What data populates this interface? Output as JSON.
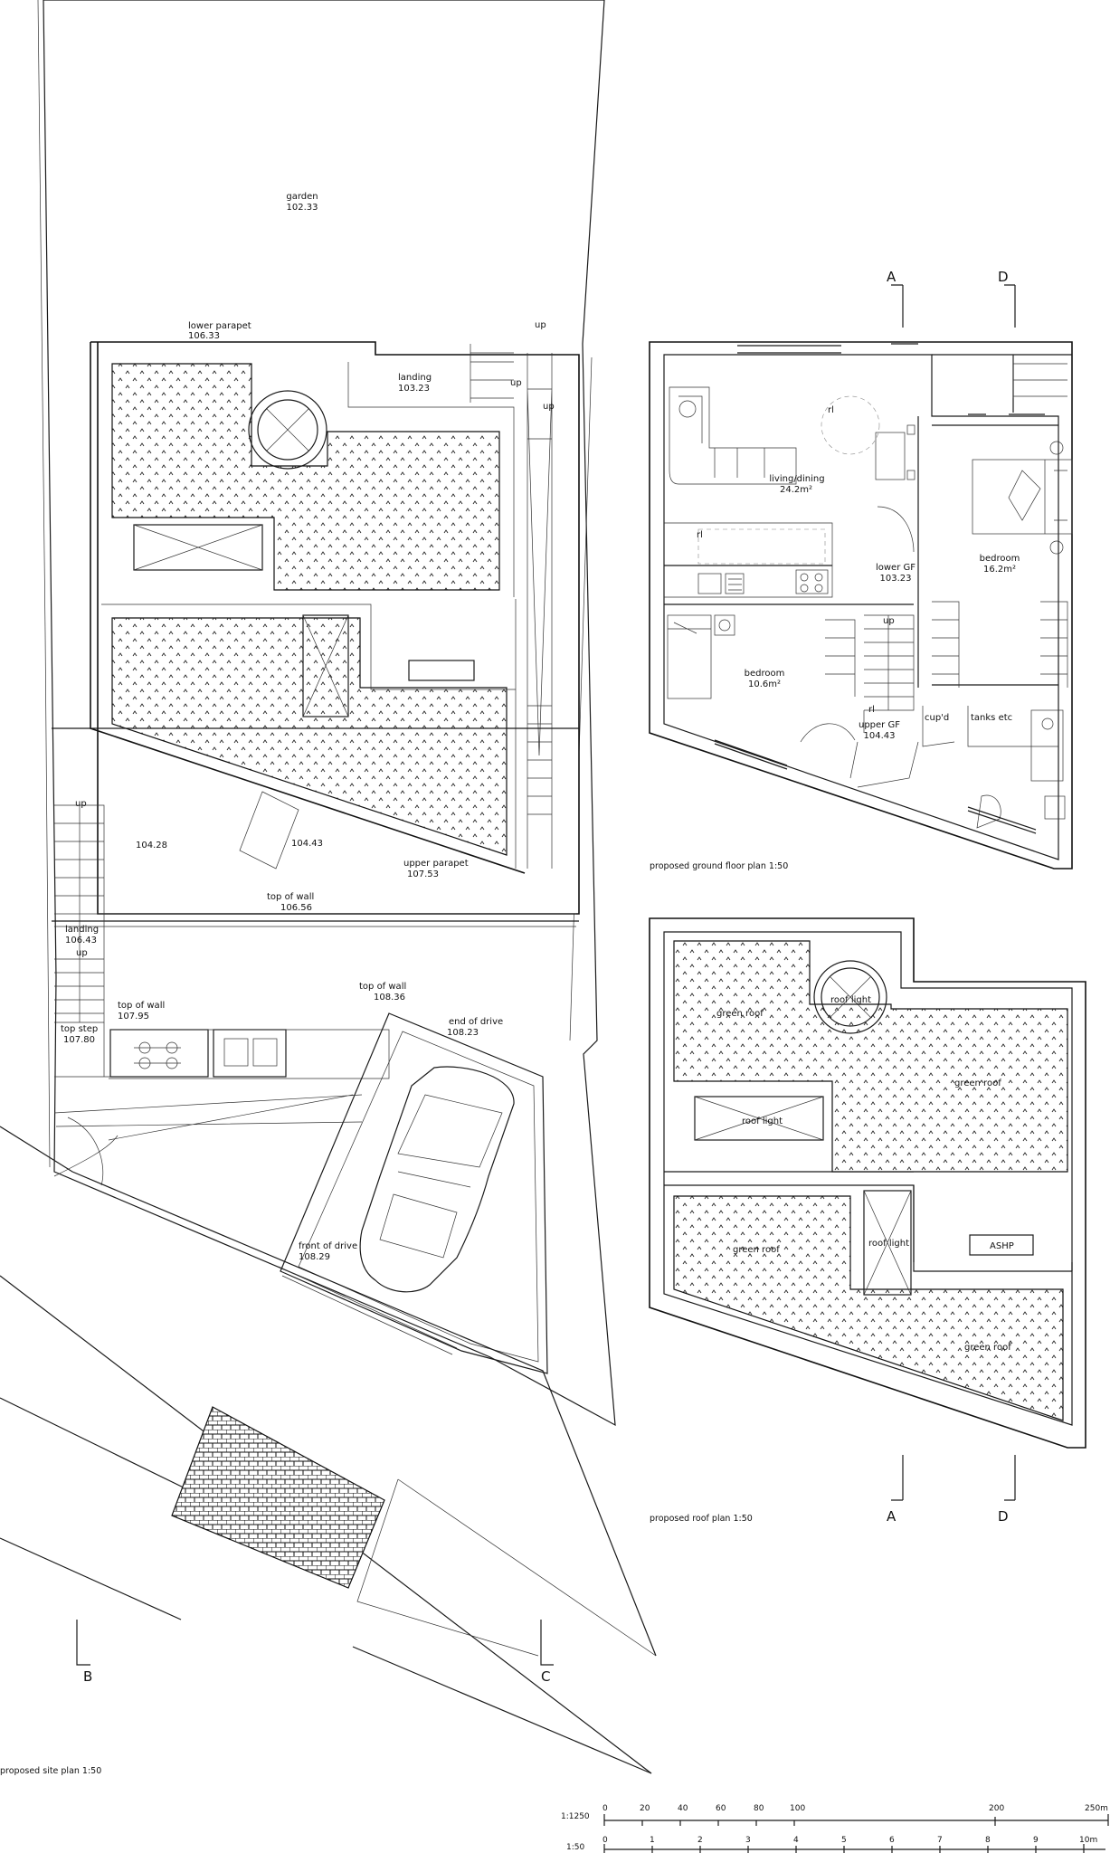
{
  "site_plan": {
    "title": "proposed site plan 1:50",
    "labels": {
      "garden": "garden",
      "garden_level": "102.33",
      "lower_parapet": "lower parapet",
      "lower_parapet_level": "106.33",
      "landing_top": "landing",
      "landing_top_level": "103.23",
      "up_1": "up",
      "up_2": "up",
      "up_3": "up",
      "level_104_28": "104.28",
      "level_104_43": "104.43",
      "upper_parapet": "upper parapet",
      "upper_parapet_level": "107.53",
      "top_of_wall_1": "top of wall",
      "top_of_wall_1_level": "106.56",
      "up_4": "up",
      "landing_side": "landing",
      "landing_side_level": "106.43",
      "up_5": "up",
      "top_step": "top step",
      "top_step_level": "107.80",
      "top_of_wall_2": "top of wall",
      "top_of_wall_2_level": "107.95",
      "top_of_wall_3": "top of wall",
      "top_of_wall_3_level": "108.36",
      "end_of_drive": "end of drive",
      "end_of_drive_level": "108.23",
      "front_of_drive": "front of drive",
      "front_of_drive_level": "108.29"
    },
    "section_marks": {
      "b": "B",
      "c": "C"
    }
  },
  "ground_floor": {
    "title": "proposed ground floor plan 1:50",
    "labels": {
      "living": "living/dining",
      "living_area": "24.2m²",
      "lower_gf": "lower GF",
      "lower_gf_level": "103.23",
      "bedroom1": "bedroom",
      "bedroom1_area": "16.2m²",
      "bedroom2": "bedroom",
      "bedroom2_area": "10.6m²",
      "upper_gf": "upper GF",
      "upper_gf_level": "104.43",
      "cupd": "cup'd",
      "tanks": "tanks etc",
      "up": "up",
      "rl_1": "rl",
      "rl_2": "rl",
      "rl_3": "rl"
    },
    "section_marks": {
      "a": "A",
      "d": "D"
    }
  },
  "roof_plan": {
    "title": "proposed roof plan 1:50",
    "labels": {
      "green_roof_1": "green roof",
      "roof_light_1": "roof light",
      "green_roof_2": "green roof",
      "roof_light_2": "roof light",
      "green_roof_3": "green roof",
      "roof_light_3": "roof light",
      "ashp": "ASHP",
      "green_roof_4": "green roof"
    },
    "section_marks": {
      "a": "A",
      "d": "D"
    }
  },
  "scale_bars": {
    "s1250": {
      "label": "1:1250",
      "ticks": [
        "0",
        "20",
        "40",
        "60",
        "80",
        "100",
        "200",
        "250m"
      ]
    },
    "s50": {
      "label": "1:50",
      "ticks": [
        "0",
        "1",
        "2",
        "3",
        "4",
        "5",
        "6",
        "7",
        "8",
        "9",
        "10m"
      ]
    }
  }
}
